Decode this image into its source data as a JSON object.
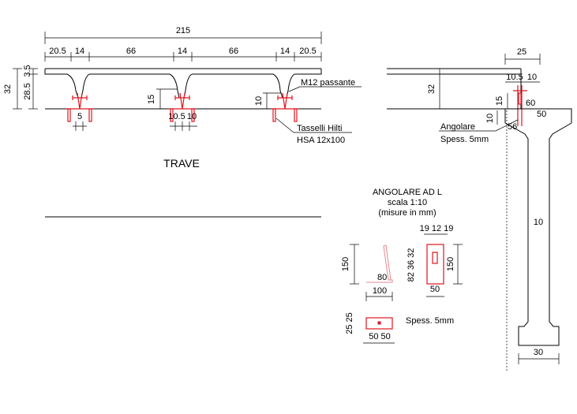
{
  "elevation": {
    "overall": "215",
    "segments": [
      "20.5",
      "14",
      "66",
      "14",
      "66",
      "14",
      "20.5"
    ],
    "height_total": "32",
    "height_parts": [
      "3.5",
      "28.5"
    ],
    "dim_15": "15",
    "dim_10": "10",
    "bolt_dims": [
      "5",
      "10.5",
      "10"
    ],
    "callout_bolt": "M12 passante",
    "callout_anchor_1": "Tasselli Hilti",
    "callout_anchor_2": "HSA 12x100",
    "title": "TRAVE"
  },
  "section": {
    "top_width": "25",
    "height": "32",
    "bracket_dims": [
      "10.5",
      "10"
    ],
    "dim_15": "15",
    "dim_10": "10",
    "dim_60": "60",
    "dim_50": "50",
    "dim_56": "56",
    "pipe_label": "50",
    "callout_angle_1": "Angolare",
    "callout_angle_2": "Spess. 5mm",
    "stem_width": "10",
    "base_width": "30"
  },
  "angle_detail": {
    "title_1": "ANGOLARE AD L",
    "title_2": "scala 1:10",
    "title_3": "(misure in mm)",
    "side_height": "150",
    "side_base": "100",
    "side_inner": "80",
    "front_top": "19 12 19",
    "front_side": "82  36 32",
    "front_height": "150",
    "front_base": "50",
    "plan_side": "25 25",
    "plan_base": "50 50",
    "thickness_note": "Spess. 5mm"
  }
}
